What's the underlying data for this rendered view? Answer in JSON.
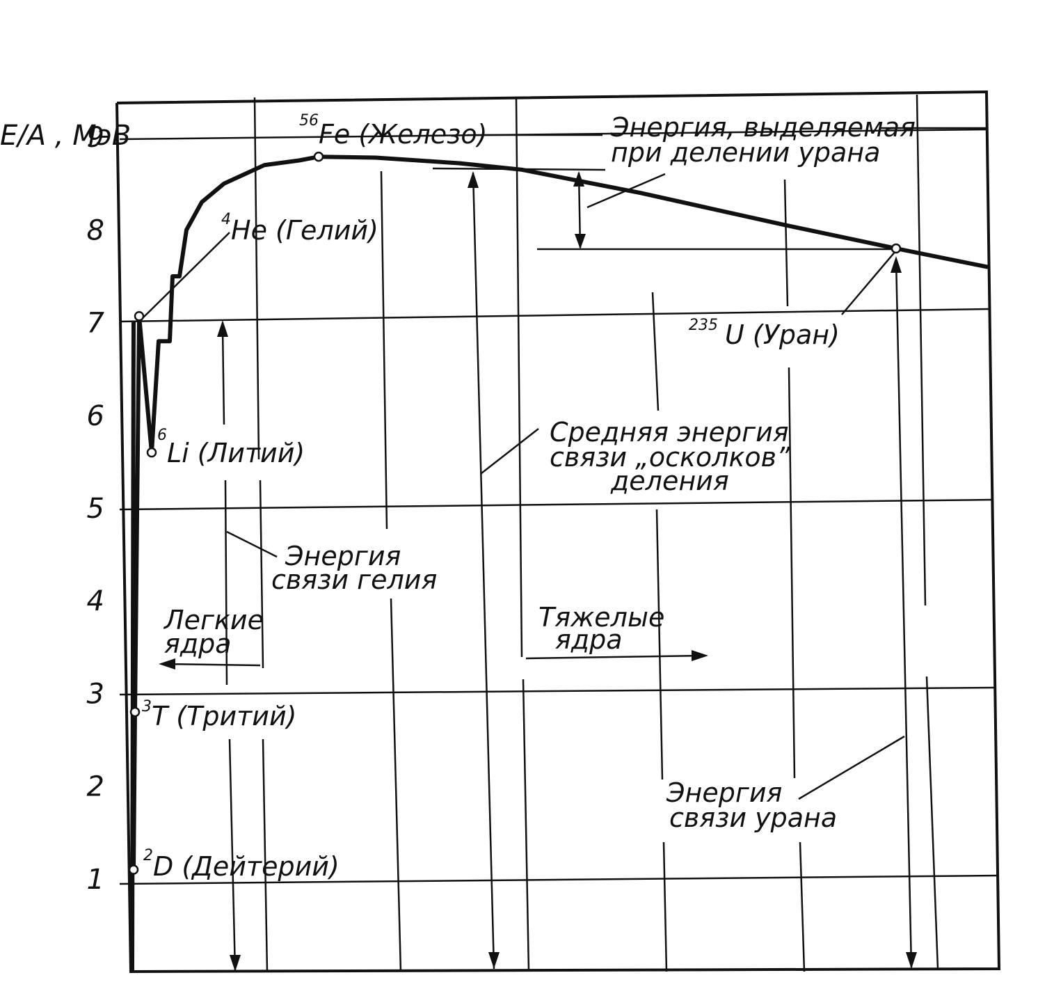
{
  "chart_data": {
    "type": "line",
    "ylabel": "E/A , МэВ",
    "ylim": [
      0,
      9.4
    ],
    "yticks": [
      1,
      2,
      3,
      4,
      5,
      6,
      7,
      8,
      9
    ],
    "grid": true,
    "series": [
      {
        "points": [
          {
            "x": 2,
            "y": 1.1
          },
          {
            "x": 3,
            "y": 2.8
          },
          {
            "x": 4,
            "y": 7.07
          },
          {
            "x": 6,
            "y": 5.6
          },
          {
            "x": 7,
            "y": 6.8
          },
          {
            "x": 9,
            "y": 6.8
          },
          {
            "x": 12,
            "y": 7.5
          },
          {
            "x": 16,
            "y": 7.5
          },
          {
            "x": 20,
            "y": 8.0
          },
          {
            "x": 24,
            "y": 8.3
          },
          {
            "x": 30,
            "y": 8.5
          },
          {
            "x": 40,
            "y": 8.7
          },
          {
            "x": 50,
            "y": 8.75
          },
          {
            "x": 56,
            "y": 8.79
          },
          {
            "x": 70,
            "y": 8.78
          },
          {
            "x": 90,
            "y": 8.72
          },
          {
            "x": 110,
            "y": 8.65
          },
          {
            "x": 150,
            "y": 8.4
          },
          {
            "x": 200,
            "y": 8.05
          },
          {
            "x": 235,
            "y": 7.8
          },
          {
            "x": 260,
            "y": 7.6
          }
        ]
      }
    ],
    "marked_points": [
      {
        "sup": "2",
        "name": "D (Дейтерий)",
        "x": 2,
        "y": 1.1
      },
      {
        "sup": "3",
        "name": "T (Тритий)",
        "x": 3,
        "y": 2.8
      },
      {
        "sup": "4",
        "name": "He (Гелий)",
        "x": 4,
        "y": 7.07
      },
      {
        "sup": "6",
        "name": "Li (Литий)",
        "x": 6,
        "y": 5.6
      },
      {
        "sup": "56",
        "name": "Fe (Железо)",
        "x": 56,
        "y": 8.79
      },
      {
        "sup": "235",
        "name": "U (Уран)",
        "x": 235,
        "y": 7.8
      }
    ],
    "annotations": {
      "fission_energy": [
        "Энергия, выделяемая",
        "при делении урана"
      ],
      "fragments_energy": [
        "Средняя энергия",
        "связи „осколков”",
        "деления"
      ],
      "helium_energy": [
        "Энергия",
        "связи гелия"
      ],
      "light_nuclei": [
        "Легкие",
        "ядра"
      ],
      "heavy_nuclei": [
        "Тяжелые",
        "ядра"
      ],
      "uranium_energy": [
        "Энергия",
        "связи урана"
      ]
    }
  }
}
